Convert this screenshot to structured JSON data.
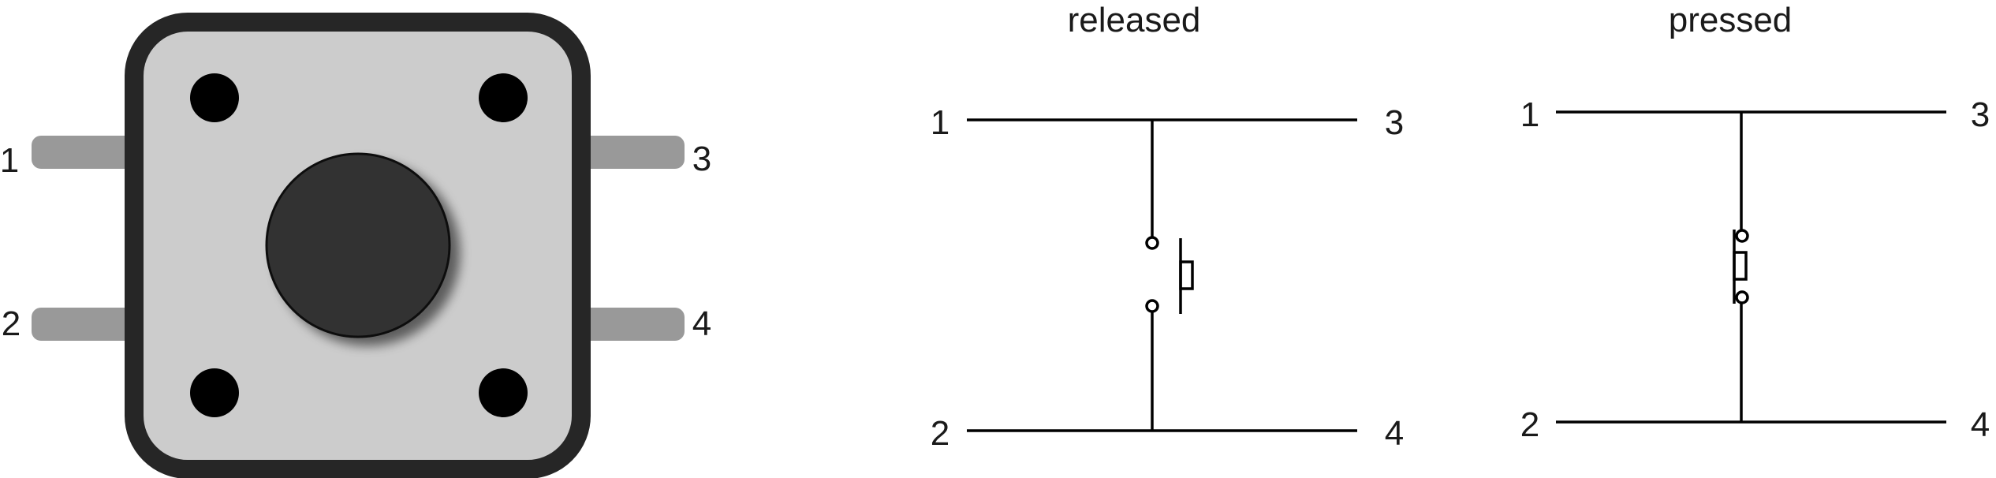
{
  "colors": {
    "body_fill": "#cccccc",
    "body_outline": "#262626",
    "pin_fill": "#999999",
    "button_fill": "#333333",
    "hole_fill": "#000000",
    "line": "#000000",
    "text": "#1a1a1a"
  },
  "component": {
    "pins": {
      "pin1": "1",
      "pin2": "2",
      "pin3": "3",
      "pin4": "4"
    }
  },
  "schematic_released": {
    "title": "released",
    "pins": {
      "pin1": "1",
      "pin2": "2",
      "pin3": "3",
      "pin4": "4"
    },
    "switch_state": "open"
  },
  "schematic_pressed": {
    "title": "pressed",
    "pins": {
      "pin1": "1",
      "pin2": "2",
      "pin3": "3",
      "pin4": "4"
    },
    "switch_state": "closed"
  }
}
